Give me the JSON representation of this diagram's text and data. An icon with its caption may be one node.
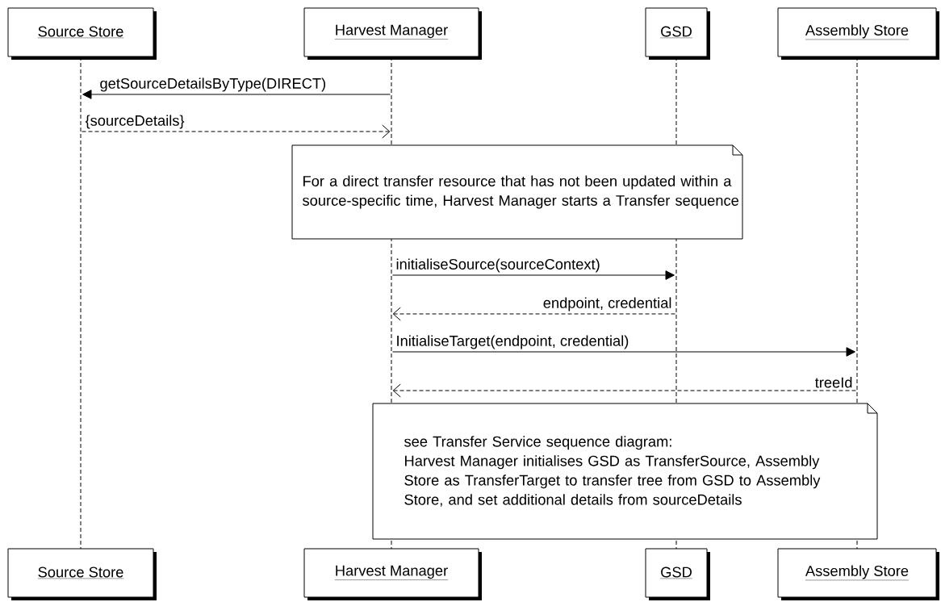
{
  "diagram": {
    "nodes": [
      {
        "text": [
          "Source Store"
        ]
      },
      {
        "text": [
          "Harvest Manager"
        ]
      },
      {
        "text": [
          "GSD"
        ]
      },
      {
        "text": [
          "Assembly Store"
        ]
      },
      {
        "text": [],
        "shape": "line"
      },
      {
        "text": [],
        "shape": "line"
      },
      {
        "text": [],
        "shape": "line"
      },
      {
        "text": [],
        "shape": "line"
      },
      {
        "text": [
          "For a direct transfer resource that has not been updated within a source-specific time, Harvest Manager starts a Transfer sequence"
        ]
      },
      {
        "text": [
          "see Transfer Service sequence diagram:",
          "Harvest Manager initialises GSD as TransferSource, Assembly Store as TransferTarget to transfer tree from GSD to Assembly Store, and set additional details from sourceDetails"
        ]
      },
      {
        "text": [
          "Source Store"
        ]
      },
      {
        "text": [
          "Harvest Manager"
        ]
      },
      {
        "text": [
          "GSD"
        ]
      },
      {
        "text": [
          "Assembly Store"
        ]
      }
    ],
    "edges": [
      {
        "from": 5,
        "to": 4,
        "arrow": "to",
        "label": "getSourceDetailsByType(DIRECT)"
      },
      {
        "from": 4,
        "to": 5,
        "arrow": "to",
        "label": "{sourceDetails}",
        "style": "dashed"
      },
      {
        "from": 5,
        "to": 6,
        "arrow": "to",
        "label": "initialiseSource(sourceContext)"
      },
      {
        "from": 6,
        "to": 5,
        "arrow": "to",
        "label": "endpoint, credential",
        "style": "dashed"
      },
      {
        "from": 5,
        "to": 7,
        "arrow": "to",
        "label": "InitialiseTarget(endpoint, credential)"
      },
      {
        "from": 7,
        "to": 5,
        "arrow": "to",
        "label": "treeId",
        "style": "dashed"
      }
    ]
  }
}
